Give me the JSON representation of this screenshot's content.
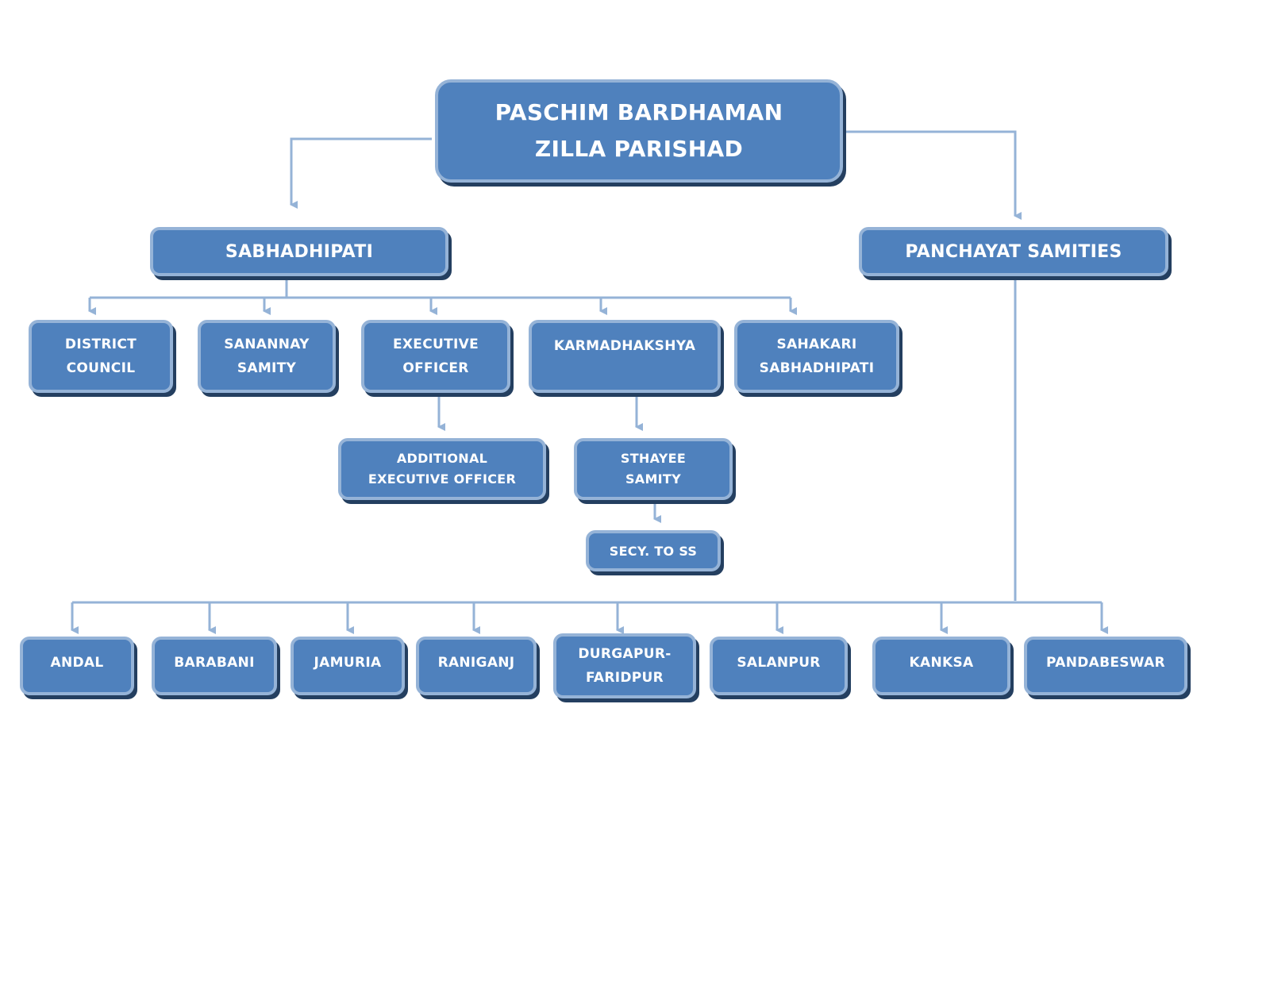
{
  "root": {
    "line1": "PASCHIM BARDHAMAN",
    "line2": "ZILLA PARISHAD"
  },
  "sabhadhipati": {
    "label": "SABHADHIPATI"
  },
  "panchayat_samities": {
    "label": "PANCHAYAT SAMITIES"
  },
  "sabhadhipati_children": [
    {
      "line1": "DISTRICT",
      "line2": "COUNCIL"
    },
    {
      "line1": "SANANNAY",
      "line2": "SAMITY"
    },
    {
      "line1": "EXECUTIVE",
      "line2": "OFFICER"
    },
    {
      "line1": "KARMADHAKSHYA"
    },
    {
      "line1": "SAHAKARI",
      "line2": "SABHADHIPATI"
    }
  ],
  "additional_officer": {
    "line1": "ADDITIONAL",
    "line2": "EXECUTIVE OFFICER"
  },
  "sthayee_samity": {
    "line1": "STHAYEE",
    "line2": "SAMITY"
  },
  "secy_to_ss": {
    "label": "SECY. TO SS"
  },
  "samities": [
    {
      "line1": "ANDAL"
    },
    {
      "line1": "BARABANI"
    },
    {
      "line1": "JAMURIA"
    },
    {
      "line1": "RANIGANJ"
    },
    {
      "line1": "DURGAPUR-",
      "line2": "FARIDPUR"
    },
    {
      "line1": "SALANPUR"
    },
    {
      "line1": "KANKSA"
    },
    {
      "line1": "PANDABESWAR"
    }
  ],
  "colors": {
    "box_fill": "#4f81bd",
    "box_border": "#95b3d7",
    "box_shadow": "#243f60",
    "connector": "#95b3d7"
  }
}
